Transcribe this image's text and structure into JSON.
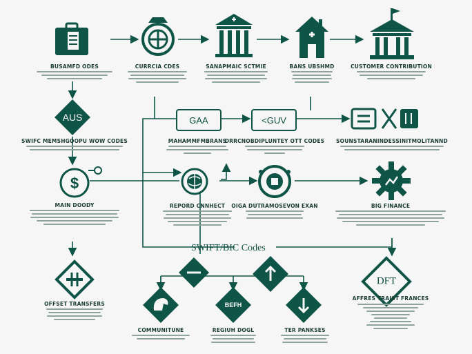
{
  "diagram": {
    "central_title": "SWIFT/BIC Codes",
    "nodes": {
      "standard_codes": {
        "label": "BUSAMFD ODES"
      },
      "currency_codes": {
        "label": "CURRCIA CDES"
      },
      "financial_system": {
        "label": "SANAPMAIC SCTMIE"
      },
      "bank_identity": {
        "label": "BANS UBSHMD"
      },
      "customer_contribution": {
        "label": "CUSTOMER CONTRIBUTION"
      },
      "aus": {
        "label": "SWIFC MEMSHGOOPU WOW CODES",
        "symbol": "AUS"
      },
      "gaa": {
        "label": "",
        "symbol": "GAA"
      },
      "guv": {
        "label": "",
        "symbol": "<GUV"
      },
      "mainframes": {
        "label": "MAHAMMFMBRANS"
      },
      "directory": {
        "label": "DRRCNOBDIPLUNTEY OTT CODES"
      },
      "compliance": {
        "label": "SOUNSTARANINDESSINITMOLITANND"
      },
      "main_body": {
        "label": "MAIN DOODY",
        "symbol": "$"
      },
      "record_connect": {
        "label": "REPORD CNNHECT"
      },
      "data_transmission": {
        "label": "OIGA DUTRAMOSEVON EXAN"
      },
      "big_finance": {
        "label": "BIG FINANCE"
      },
      "offset_transfers": {
        "label": "OFFSET TRANSFERS"
      },
      "community": {
        "label": "COMMUNITUNE"
      },
      "regional_bank": {
        "label": "REGIUH DOGL",
        "symbol": "BEFH"
      },
      "transactions": {
        "label": "TER PANKSES"
      },
      "after_transfer": {
        "label": "AFFRES TRAJST FRANCES",
        "symbol": "DFT"
      }
    }
  },
  "colors": {
    "primary": "#0f5547",
    "text": "#1b3c35",
    "muted": "#8fa39d",
    "background": "#f5f6f5"
  }
}
